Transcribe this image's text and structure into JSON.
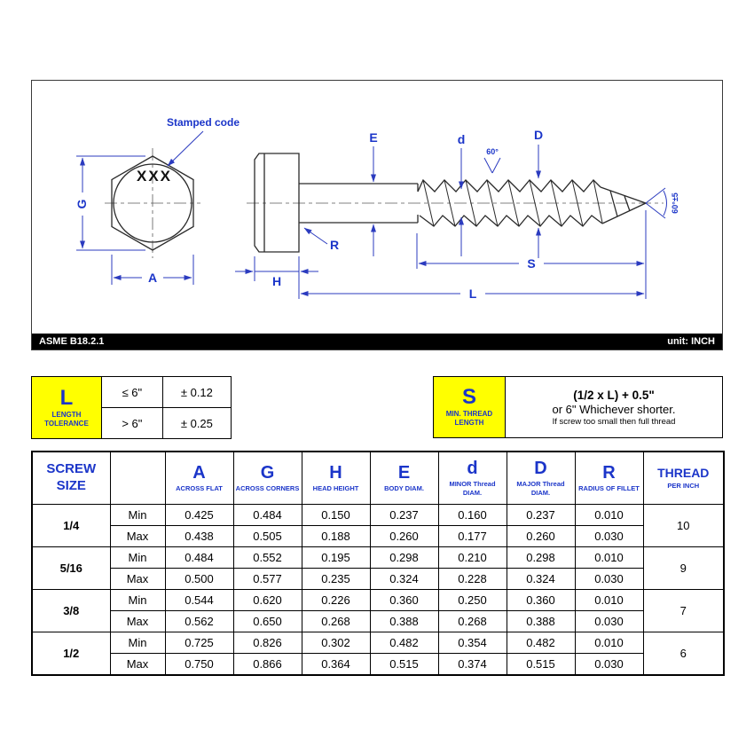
{
  "drawing": {
    "footer_left": "ASME B18.2.1",
    "footer_right": "unit: INCH",
    "stamped_code": "Stamped code",
    "stamp": "XXX",
    "dim_G": "G",
    "dim_A": "A",
    "dim_E": "E",
    "dim_d": "d",
    "dim_D": "D",
    "dim_R": "R",
    "dim_H": "H",
    "dim_S": "S",
    "dim_L": "L",
    "thread_angle": "60°",
    "point_angle": "60°±5"
  },
  "tol_l": {
    "symbol": "L",
    "caption": "LENGTH TOLERANCE",
    "rows": [
      {
        "cond": "≤ 6\"",
        "val": "± 0.12"
      },
      {
        "cond": "> 6\"",
        "val": "± 0.25"
      }
    ]
  },
  "tol_s": {
    "symbol": "S",
    "caption": "MIN. THREAD LENGTH",
    "line1": "(1/2 x L) + 0.5\"",
    "line2": "or 6\" Whichever shorter.",
    "line3": "If screw too small then full thread"
  },
  "table": {
    "size_header": "SCREW SIZE",
    "min_label": "Min",
    "max_label": "Max",
    "columns": [
      {
        "letter": "A",
        "caption": "ACROSS FLAT"
      },
      {
        "letter": "G",
        "caption": "ACROSS CORNERS"
      },
      {
        "letter": "H",
        "caption": "HEAD HEIGHT"
      },
      {
        "letter": "E",
        "caption": "BODY DIAM."
      },
      {
        "letter": "d",
        "caption": "MINOR Thread DIAM."
      },
      {
        "letter": "D",
        "caption": "MAJOR Thread DIAM."
      },
      {
        "letter": "R",
        "caption": "RADIUS OF FILLET"
      }
    ],
    "thread_header": {
      "title": "THREAD",
      "caption": "PER INCH"
    },
    "rows": [
      {
        "size": "1/4",
        "min": [
          "0.425",
          "0.484",
          "0.150",
          "0.237",
          "0.160",
          "0.237",
          "0.010"
        ],
        "max": [
          "0.438",
          "0.505",
          "0.188",
          "0.260",
          "0.177",
          "0.260",
          "0.030"
        ],
        "tpi": "10"
      },
      {
        "size": "5/16",
        "min": [
          "0.484",
          "0.552",
          "0.195",
          "0.298",
          "0.210",
          "0.298",
          "0.010"
        ],
        "max": [
          "0.500",
          "0.577",
          "0.235",
          "0.324",
          "0.228",
          "0.324",
          "0.030"
        ],
        "tpi": "9"
      },
      {
        "size": "3/8",
        "min": [
          "0.544",
          "0.620",
          "0.226",
          "0.360",
          "0.250",
          "0.360",
          "0.010"
        ],
        "max": [
          "0.562",
          "0.650",
          "0.268",
          "0.388",
          "0.268",
          "0.388",
          "0.030"
        ],
        "tpi": "7"
      },
      {
        "size": "1/2",
        "min": [
          "0.725",
          "0.826",
          "0.302",
          "0.482",
          "0.354",
          "0.482",
          "0.010"
        ],
        "max": [
          "0.750",
          "0.866",
          "0.364",
          "0.515",
          "0.374",
          "0.515",
          "0.030"
        ],
        "tpi": "6"
      }
    ]
  },
  "colors": {
    "yellow": "#ffff00",
    "blue": "#1b35c9",
    "line_blue": "#2b3bbf",
    "outline": "#2a2a2a"
  }
}
